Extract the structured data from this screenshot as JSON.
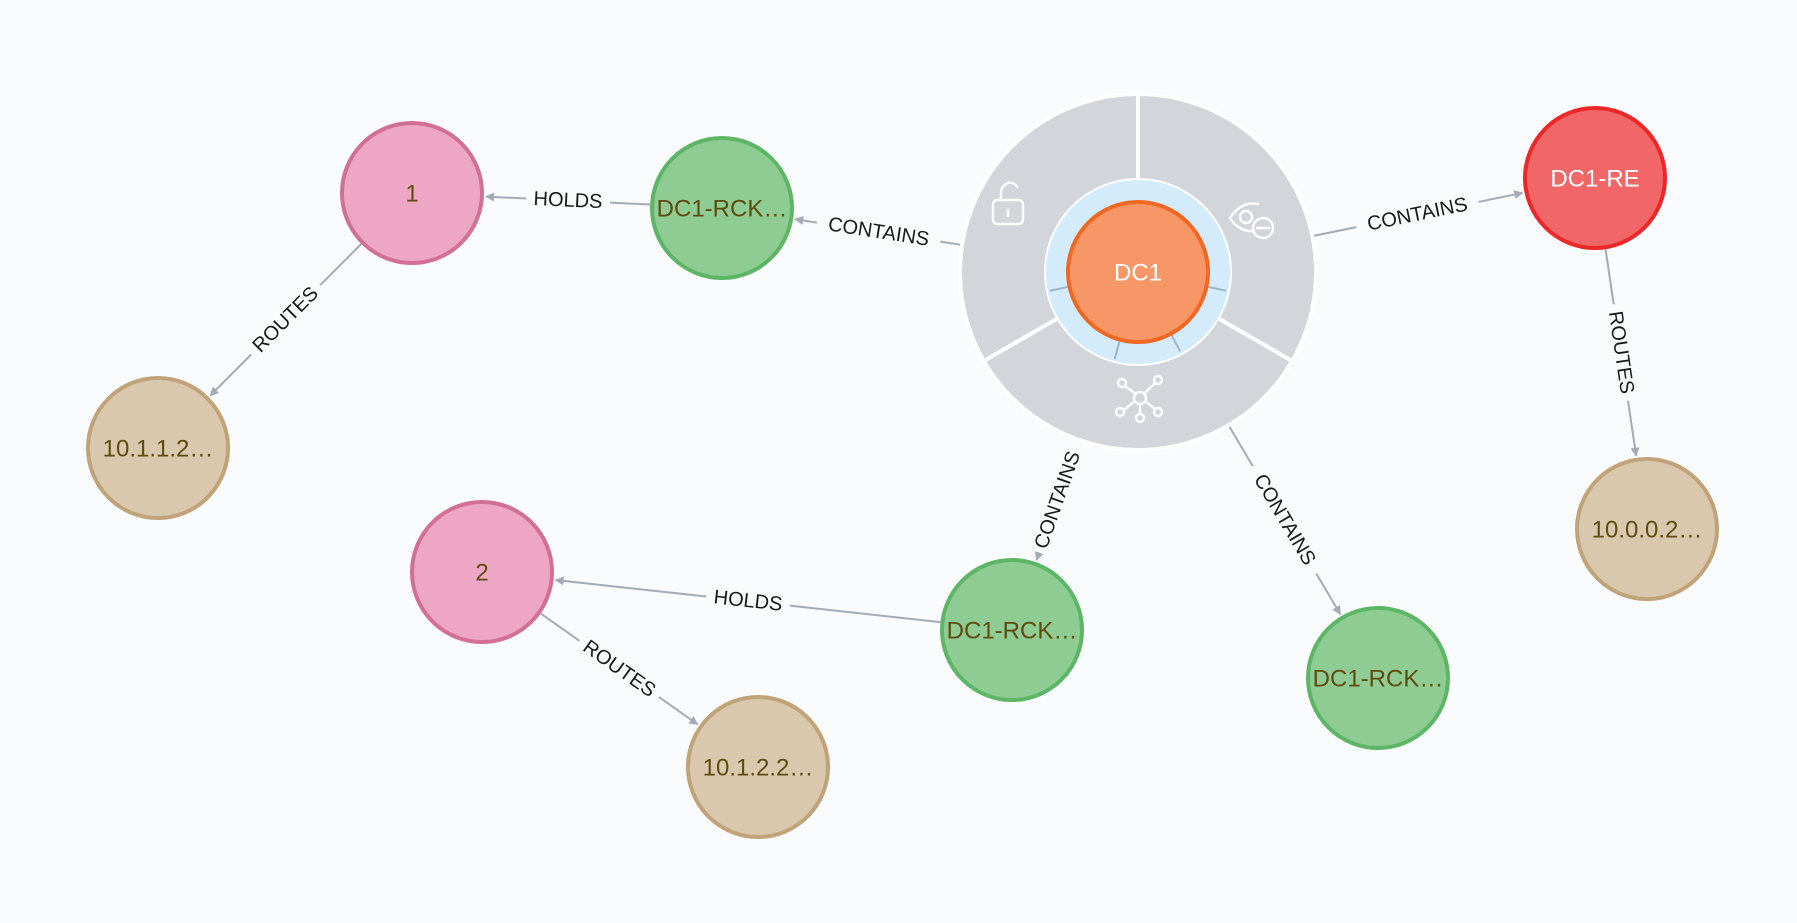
{
  "colors": {
    "background": "#f9fbfd",
    "relationship": "#a5abb6",
    "ring": "#d2d5da",
    "selection_halo": "#d3ebfa",
    "datacenter_fill": "#f79767",
    "datacenter_stroke": "#f16823",
    "rack_fill": "#8ecc93",
    "rack_stroke": "#5db665",
    "router_fill": "#f16667",
    "router_stroke": "#eb2728",
    "interface_fill": "#eda7c4",
    "interface_stroke": "#d26f95",
    "network_fill": "#d9c8ae",
    "network_stroke": "#c0a378"
  },
  "nodes": [
    {
      "id": "dc1",
      "label": "DC1",
      "kind": "datacenter",
      "selected": true
    },
    {
      "id": "rack-a",
      "label": "DC1-RCK…",
      "kind": "rack"
    },
    {
      "id": "rack-b",
      "label": "DC1-RCK…",
      "kind": "rack"
    },
    {
      "id": "rack-c",
      "label": "DC1-RCK…",
      "kind": "rack"
    },
    {
      "id": "router",
      "label": "DC1-RE",
      "kind": "router"
    },
    {
      "id": "iface-1",
      "label": "1",
      "kind": "interface"
    },
    {
      "id": "iface-2",
      "label": "2",
      "kind": "interface"
    },
    {
      "id": "net-a",
      "label": "10.1.1.2…",
      "kind": "network"
    },
    {
      "id": "net-b",
      "label": "10.1.2.2…",
      "kind": "network"
    },
    {
      "id": "net-c",
      "label": "10.0.0.2…",
      "kind": "network"
    }
  ],
  "relationships": [
    {
      "from": "dc1",
      "to": "rack-a",
      "label": "CONTAINS"
    },
    {
      "from": "dc1",
      "to": "router",
      "label": "CONTAINS"
    },
    {
      "from": "dc1",
      "to": "rack-b",
      "label": "CONTAINS"
    },
    {
      "from": "dc1",
      "to": "rack-c",
      "label": "CONTAINS"
    },
    {
      "from": "rack-a",
      "to": "iface-1",
      "label": "HOLDS"
    },
    {
      "from": "rack-b",
      "to": "iface-2",
      "label": "HOLDS"
    },
    {
      "from": "iface-1",
      "to": "net-a",
      "label": "ROUTES"
    },
    {
      "from": "iface-2",
      "to": "net-b",
      "label": "ROUTES"
    },
    {
      "from": "router",
      "to": "net-c",
      "label": "ROUTES"
    }
  ],
  "context_menu": {
    "target": "dc1",
    "actions": [
      {
        "name": "unlock",
        "icon": "unlock-icon"
      },
      {
        "name": "hide",
        "icon": "eye-hide-icon"
      },
      {
        "name": "expand",
        "icon": "expand-network-icon"
      }
    ]
  }
}
